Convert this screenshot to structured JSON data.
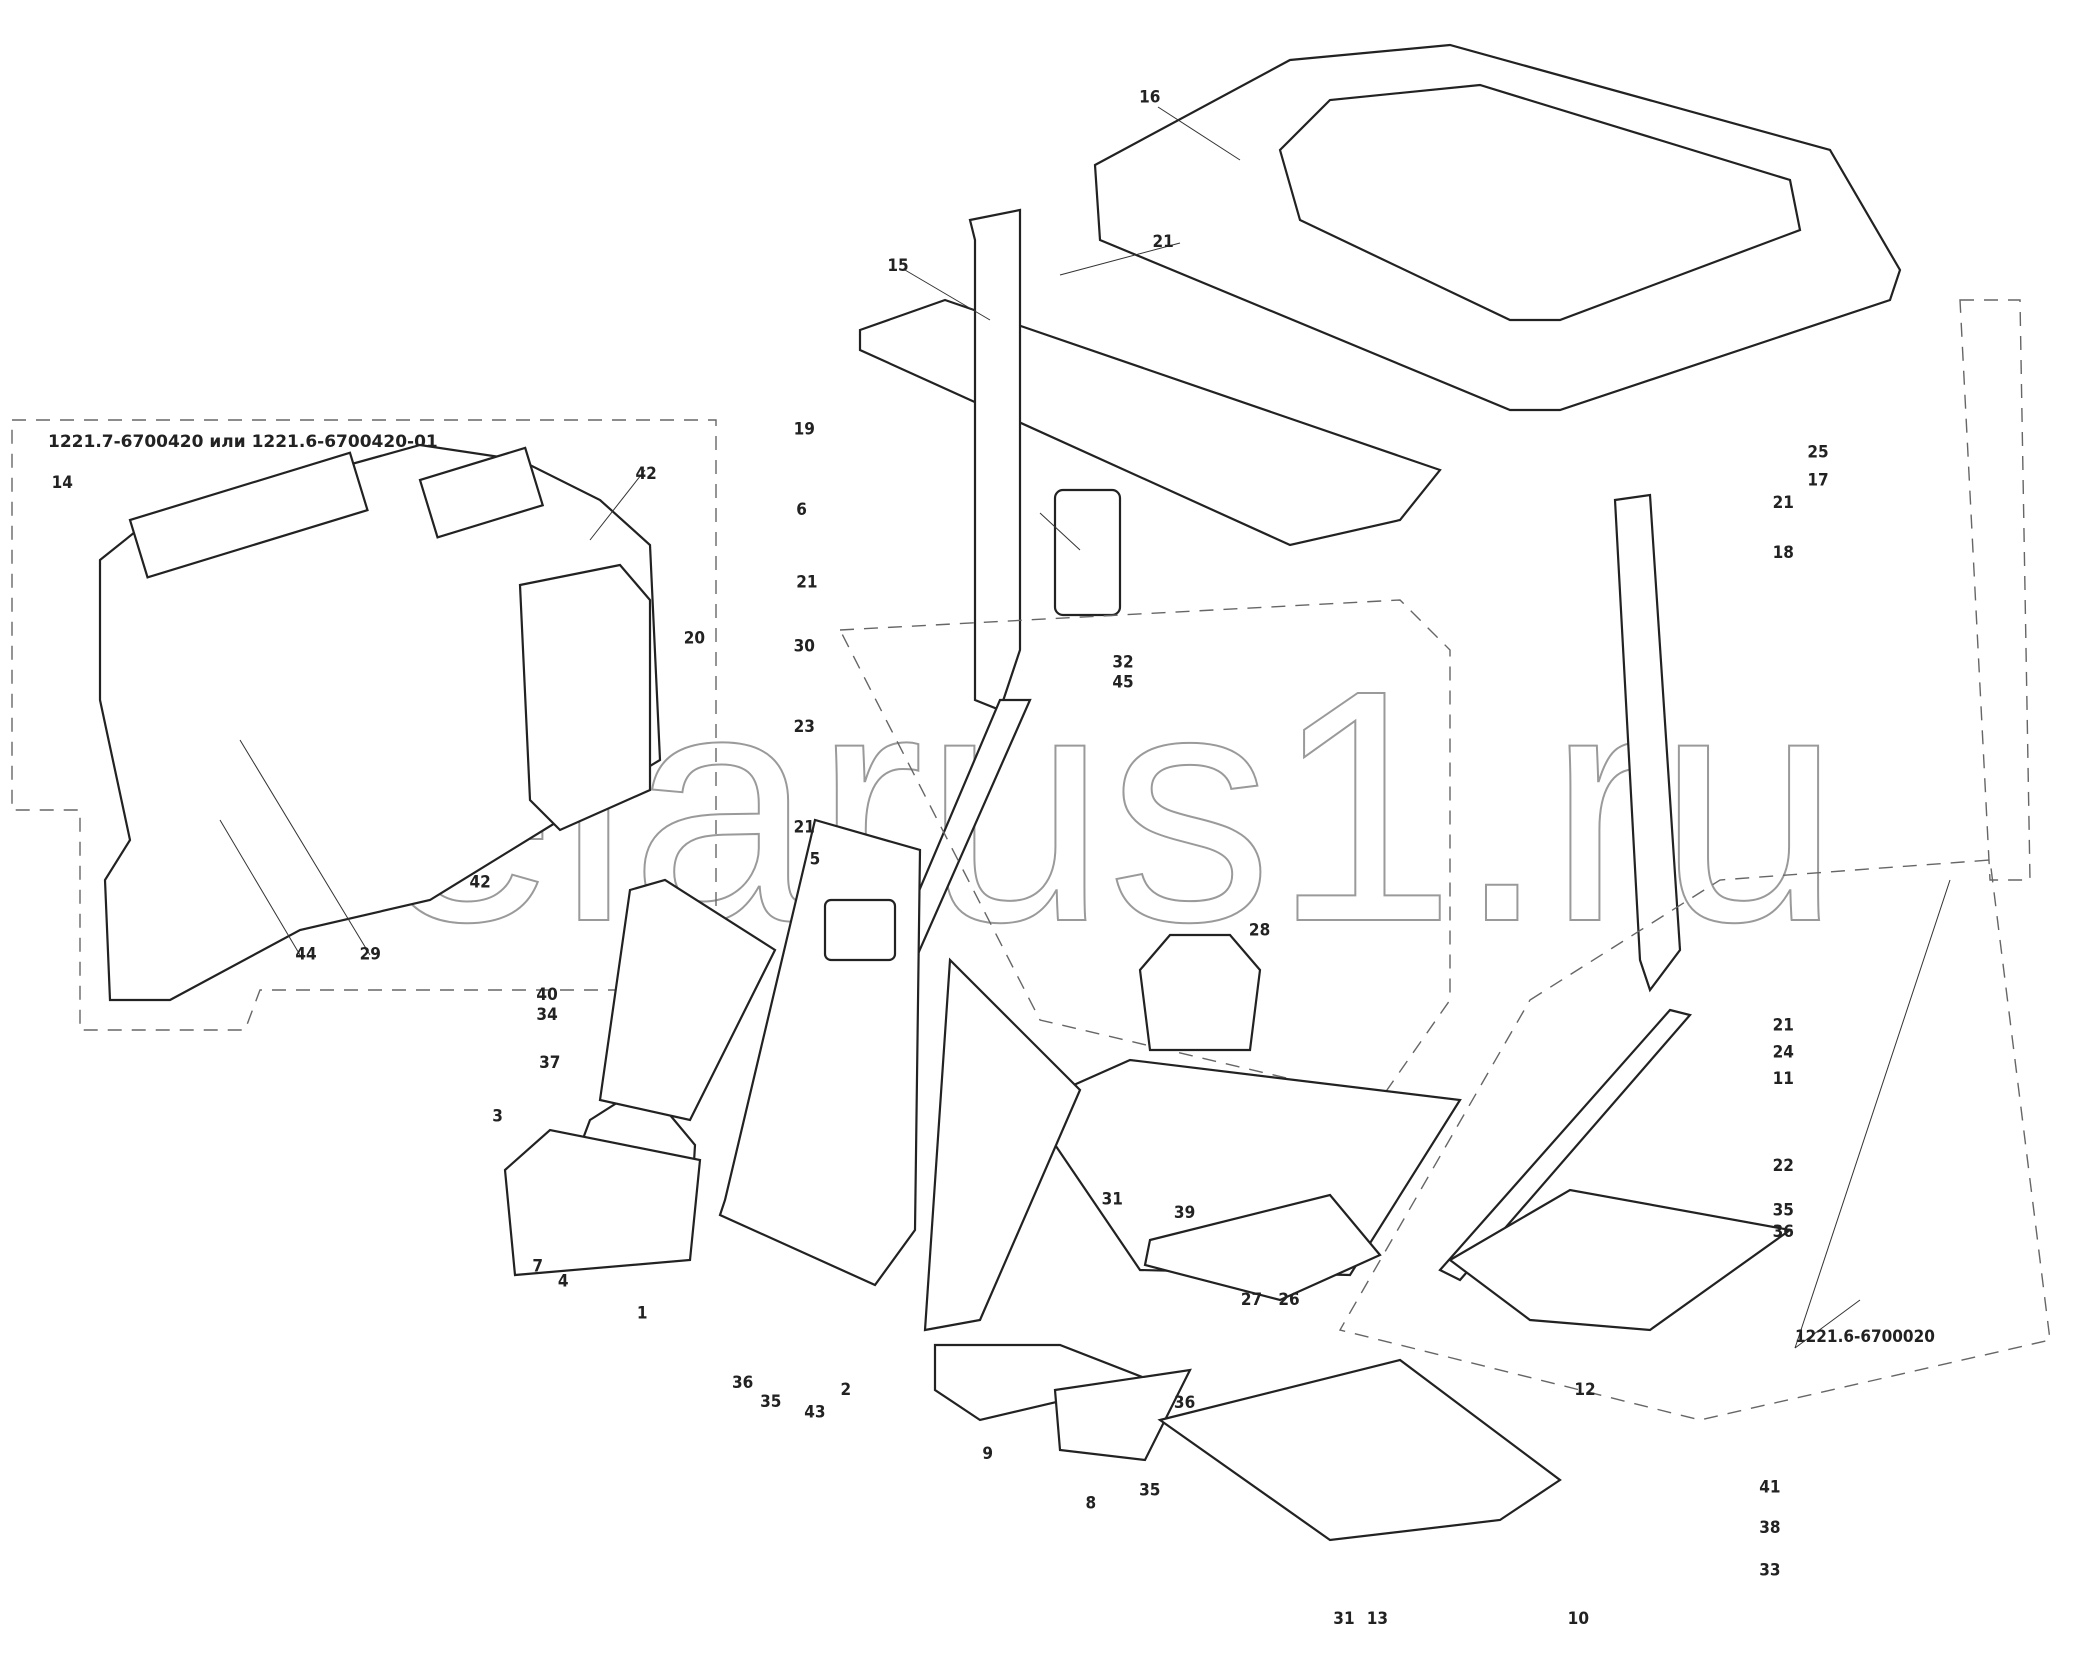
{
  "diagram": {
    "assembly_labels": {
      "dashboard_group": "1221.7-6700420 или 1221.6-6700420-01",
      "frame_group": "1221.6-6700020"
    },
    "watermark": "belarus1.ru",
    "callouts": [
      "16",
      "21",
      "15",
      "19",
      "6",
      "21",
      "30",
      "32",
      "45",
      "23",
      "21",
      "5",
      "28",
      "14",
      "42",
      "20",
      "42",
      "44",
      "29",
      "40",
      "34",
      "37",
      "3",
      "7",
      "4",
      "1",
      "36",
      "35",
      "43",
      "2",
      "31",
      "39",
      "27",
      "26",
      "9",
      "8",
      "36",
      "35",
      "31",
      "13",
      "10",
      "12",
      "41",
      "38",
      "33",
      "22",
      "35",
      "36",
      "11",
      "24",
      "21",
      "18",
      "21",
      "25",
      "17"
    ]
  }
}
